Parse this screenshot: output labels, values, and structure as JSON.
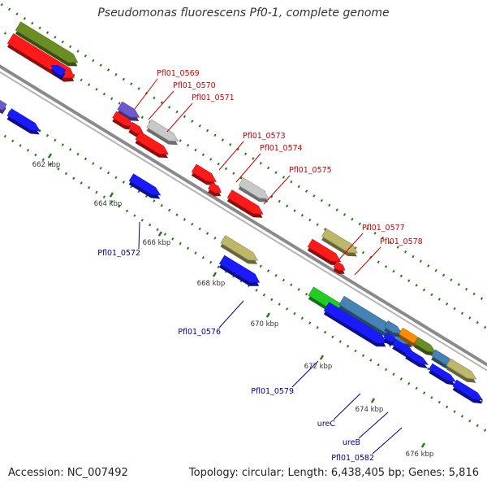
{
  "title": "Pseudomonas fluorescens Pf0-1, complete genome",
  "accession": "Accession: NC_007492",
  "topology": "Topology: circular; Length: 6,438,405 bp; Genes: 5,816",
  "colors": {
    "backbone": "#8a8a8a",
    "tick": "#2a7a1a",
    "label_red": "#cc0000",
    "label_blue": "#00008b",
    "red": "#ff1a1a",
    "blue": "#1a1aff",
    "olive": "#6b8e23",
    "purple": "#6a5acd",
    "gray": "#c8c8c8",
    "khaki": "#bdb76b",
    "green": "#22cc22",
    "steel": "#4682b4",
    "orange": "#ff8c00"
  },
  "scale_labels": [
    "662 kbp",
    "664 kbp",
    "666 kbp",
    "668 kbp",
    "670 kbp",
    "672 kbp",
    "674 kbp",
    "676 kbp"
  ],
  "gene_labels_red": [
    "Pfl01_0569",
    "Pfl01_0570",
    "Pfl01_0571",
    "Pfl01_0573",
    "Pfl01_0574",
    "Pfl01_0575",
    "Pfl01_0577",
    "Pfl01_0578"
  ],
  "gene_labels_blue": [
    "Pfl01_0572",
    "Pfl01_0576",
    "Pfl01_0579",
    "ureC",
    "ureB",
    "Pfl01_0582"
  ]
}
